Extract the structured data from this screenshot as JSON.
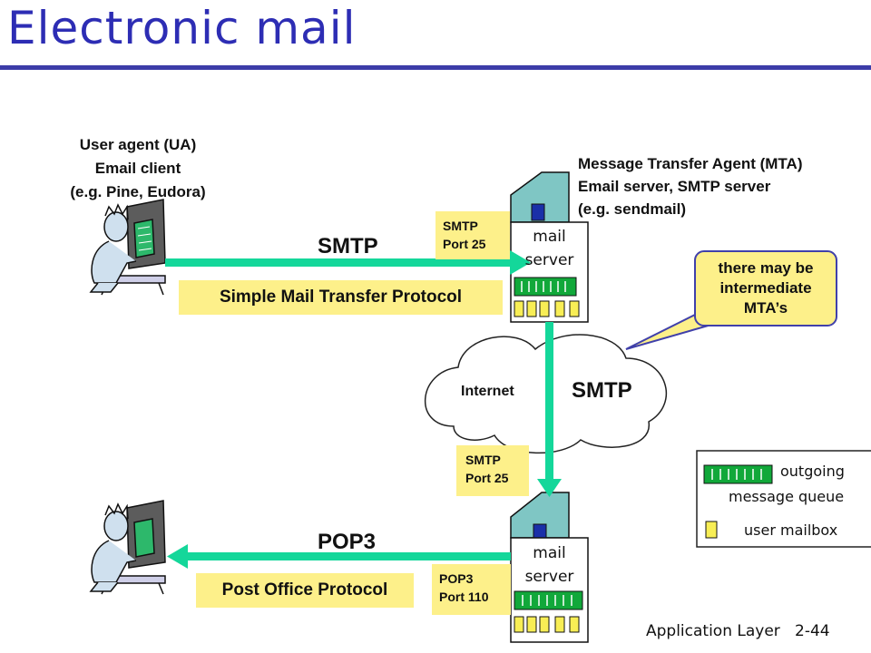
{
  "title": "Electronic mail",
  "footer": "Application Layer   2-44",
  "user_agent": {
    "line1": "User agent (UA)",
    "line2": "Email client",
    "line3": "(e.g. Pine, Eudora)"
  },
  "mta": {
    "line1": "Message Transfer Agent (MTA)",
    "line2": "Email server, SMTP server",
    "line3": "(e.g. sendmail)"
  },
  "top_link": {
    "protocol": "SMTP",
    "protocol_full": "Simple Mail Transfer Protocol",
    "port_proto": "SMTP",
    "port": "Port 25"
  },
  "bottom_link": {
    "protocol": "POP3",
    "protocol_full": "Post Office Protocol",
    "port_proto": "POP3",
    "port": "Port 110"
  },
  "middle_link": {
    "protocol": "SMTP",
    "port_proto": "SMTP",
    "port": "Port 25",
    "network": "Internet"
  },
  "server_label": {
    "line1": "mail",
    "line2": "server"
  },
  "callout": {
    "line1": "there may be",
    "line2": "intermediate",
    "line3": "MTA’s"
  },
  "legend": {
    "queue_line1": "outgoing",
    "queue_line2": "message queue",
    "mailbox": "user mailbox"
  },
  "colors": {
    "arrow": "#14d79a",
    "title": "#2d2db4",
    "highlight": "#fdf08a",
    "queue": "#11a83a",
    "mailbox": "#f8ee55",
    "callout_border": "#4040aa"
  }
}
